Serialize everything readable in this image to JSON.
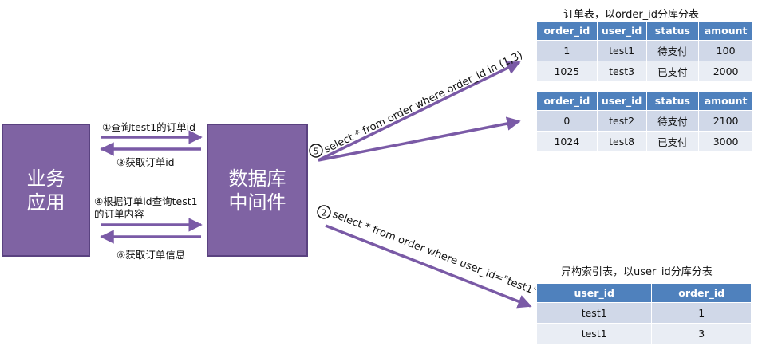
{
  "boxes": {
    "app": {
      "line1": "业务",
      "line2": "应用"
    },
    "middleware": {
      "line1": "数据库",
      "line2": "中间件"
    }
  },
  "arrow_labels": {
    "step1": "①查询test1的订单id",
    "step3": "③获取订单id",
    "step4_line1": "④根据订单id查询test1",
    "step4_line2": "的订单内容",
    "step6": "⑥获取订单信息"
  },
  "queries": {
    "q5_marker": "⑤",
    "q5_text": "select * from order where order_id in (1,3)",
    "q2_marker": "②",
    "q2_text": "select * from order where user_id=\"test1\""
  },
  "order_tables": {
    "caption": "订单表，以order_id分库分表",
    "columns": [
      "order_id",
      "user_id",
      "status",
      "amount"
    ],
    "shard1": [
      [
        "1",
        "test1",
        "待支付",
        "100"
      ],
      [
        "1025",
        "test3",
        "已支付",
        "2000"
      ]
    ],
    "shard2": [
      [
        "0",
        "test2",
        "待支付",
        "2100"
      ],
      [
        "1024",
        "test8",
        "已支付",
        "3000"
      ]
    ]
  },
  "index_table": {
    "caption": "异构索引表，以user_id分库分表",
    "columns": [
      "user_id",
      "order_id"
    ],
    "rows": [
      [
        "test1",
        "1"
      ],
      [
        "test1",
        "3"
      ]
    ]
  },
  "colors": {
    "box_fill": "#7f63a3",
    "arrow": "#7a5aa6",
    "table_header": "#4f81bd",
    "row_dark": "#d0d8e8",
    "row_light": "#e9edf4"
  }
}
